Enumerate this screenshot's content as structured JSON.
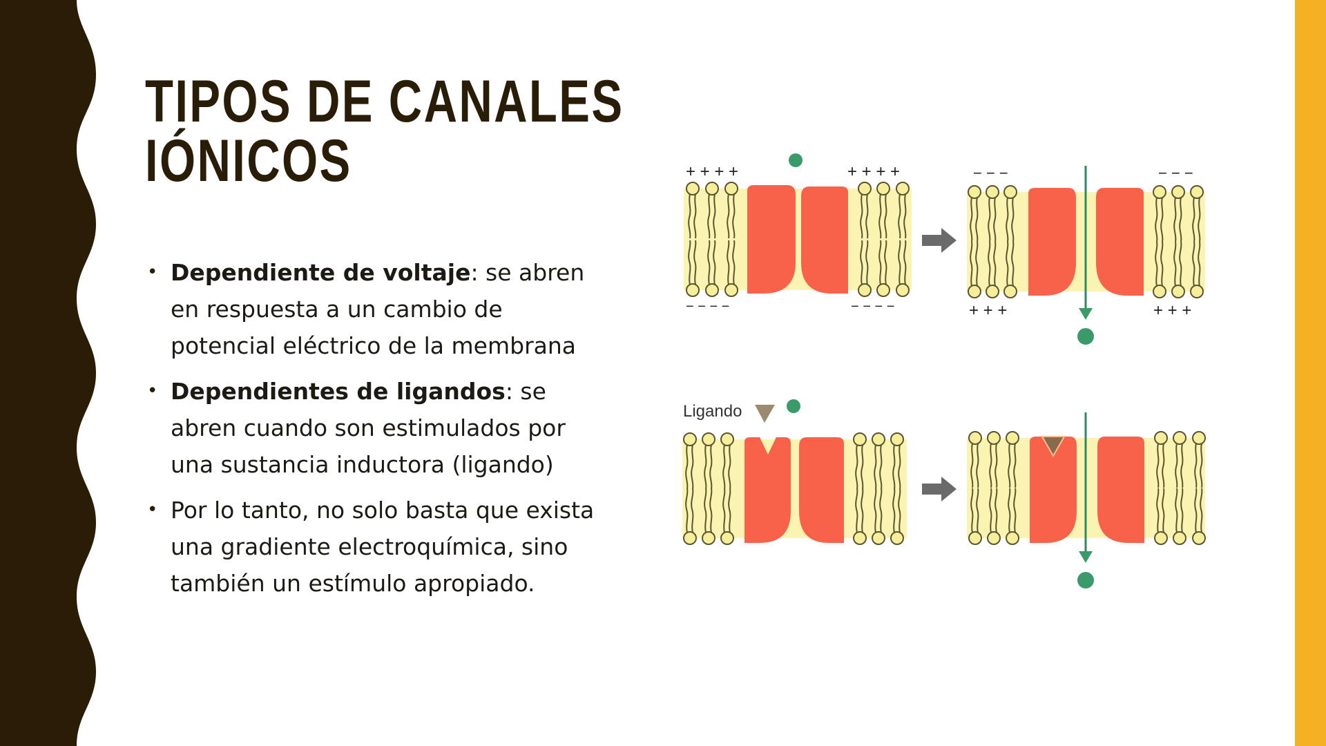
{
  "slide": {
    "title_lines": [
      "TIPOS DE CANALES",
      "IÓNICOS"
    ],
    "bullets": [
      {
        "bold": "Dependiente de voltaje",
        "rest": ": se abren en respuesta a un cambio de potencial eléctrico de la membrana"
      },
      {
        "bold": "Dependientes de ligandos",
        "rest": ": se abren cuando son estimulados por una sustancia inductora (ligando)"
      },
      {
        "bold": "",
        "rest": "Por lo tanto, no solo basta que exista una gradiente electroquímica, sino también un estímulo apropiado."
      }
    ],
    "bullet_glyph": "•"
  },
  "diagram": {
    "voltage_gated": {
      "closed_top_charges": "+ + + +",
      "closed_bottom_charges": "− − − −",
      "open_top_charges": "− − −",
      "open_bottom_charges": "+ + +"
    },
    "ligand_gated": {
      "ligand_label": "Ligando"
    },
    "icons": {
      "transition_arrow": "right-arrow-icon",
      "ion": "ion-dot-icon",
      "ion_flow": "down-arrow-icon",
      "ligand": "triangle-icon"
    }
  },
  "colors": {
    "dark_brown": "#2a1c05",
    "accent_yellow": "#f5b023",
    "membrane": "#fbf3b2",
    "lipid_head": "#f7ee9c",
    "lipid_outline": "#595530",
    "protein_red": "#f8624a",
    "ion_green": "#3a9a6a",
    "ligand_brown": "#9b8a6e",
    "arrow_gray": "#6a6a6a"
  }
}
